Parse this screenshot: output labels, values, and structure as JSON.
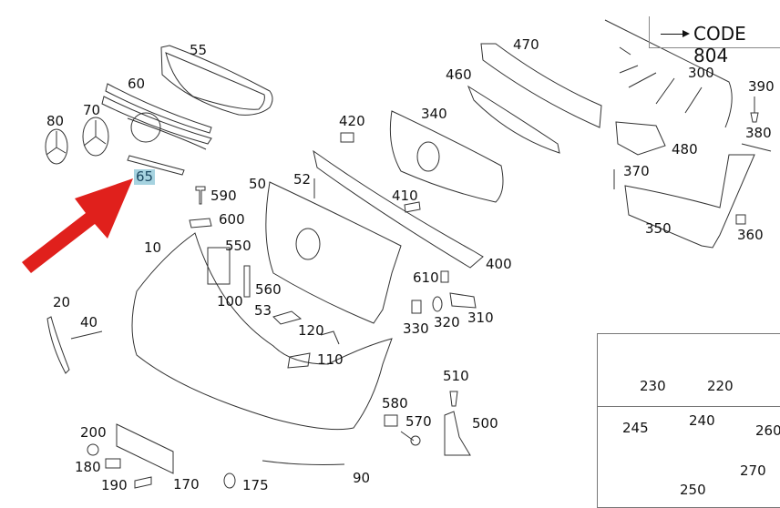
{
  "diagram": {
    "title": "Front bumper exploded parts diagram",
    "code_note": "CODE 804",
    "highlighted_part": "65",
    "pointer_color": "#e0201c",
    "highlight_color": "#a6d3e0",
    "labels": {
      "p55": "55",
      "p60": "60",
      "p70": "70",
      "p80": "80",
      "p65": "65",
      "p590": "590",
      "p600": "600",
      "p10": "10",
      "p550": "550",
      "p50": "50",
      "p52": "52",
      "p420": "420",
      "p340": "340",
      "p460": "460",
      "p470": "470",
      "p300": "300",
      "p390": "390",
      "p380": "380",
      "p480": "480",
      "p370": "370",
      "p350": "350",
      "p360": "360",
      "p410": "410",
      "p400": "400",
      "p610": "610",
      "p560": "560",
      "p100": "100",
      "p53": "53",
      "p120": "120",
      "p330": "330",
      "p320": "320",
      "p310": "310",
      "p110": "110",
      "p20": "20",
      "p40": "40",
      "p510": "510",
      "p580": "580",
      "p570": "570",
      "p500": "500",
      "p200": "200",
      "p180": "180",
      "p190": "190",
      "p170": "170",
      "p175": "175",
      "p90": "90",
      "p230": "230",
      "p220": "220",
      "p245": "245",
      "p240": "240",
      "p260": "260",
      "p270": "270",
      "p250": "250"
    }
  }
}
